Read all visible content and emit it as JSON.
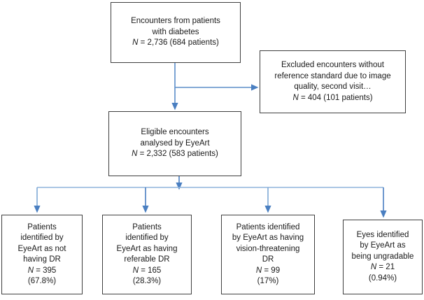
{
  "diagram": {
    "title": "EyeArt diabetic retinopathy screening patient flow",
    "accent_connector_color": "#5b8ec9",
    "node_border_color": "#3f3f3f",
    "background_color": "#ffffff"
  },
  "nodes": {
    "source_encounters": {
      "name": "source-encounters-box",
      "lines": [
        "Encounters from patients",
        "with diabetes",
        "N = 2,736 (684 patients)"
      ],
      "italic_line_index": 2,
      "n_value": "2,736",
      "patients": "684 patients"
    },
    "excluded_encounters": {
      "name": "excluded-encounters-box",
      "lines": [
        "Excluded encounters without",
        "reference standard due to image",
        "quality, second visit…",
        "N = 404 (101 patients)"
      ],
      "italic_line_index": 3,
      "n_value": "404",
      "patients": "101 patients"
    },
    "eligible_encounters": {
      "name": "eligible-encounters-box",
      "lines": [
        "Eligible encounters",
        "analysed by EyeArt",
        "N = 2,332 (583 patients)"
      ],
      "italic_line_index": 2,
      "n_value": "2,332",
      "patients": "583 patients"
    },
    "outcome_no_dr": {
      "name": "outcome-no-dr-box",
      "lines": [
        "Patients",
        "identified  by",
        "EyeArt as not",
        "having DR",
        "N = 395",
        "(67.8%)"
      ],
      "italic_line_index": 4,
      "n_value": "395",
      "percent": "67.8%"
    },
    "outcome_referable_dr": {
      "name": "outcome-referable-dr-box",
      "lines": [
        "Patients",
        "identified  by",
        "EyeArt as having",
        "referable DR",
        "N = 165",
        "(28.3%)"
      ],
      "italic_line_index": 4,
      "n_value": "165",
      "percent": "28.3%"
    },
    "outcome_vision_threatening_dr": {
      "name": "outcome-vision-threatening-dr-box",
      "lines": [
        "Patients identified",
        "by EyeArt as having",
        "vision-threatening",
        "DR",
        "N = 99",
        "(17%)"
      ],
      "italic_line_index": 4,
      "n_value": "99",
      "percent": "17%"
    },
    "outcome_ungradable": {
      "name": "outcome-ungradable-box",
      "lines": [
        "Eyes identified",
        "by EyeArt as",
        "being ungradable",
        "N = 21",
        "(0.94%)"
      ],
      "italic_line_index": 3,
      "n_value": "21",
      "percent": "0.94%"
    }
  },
  "connectors": [
    {
      "name": "source-to-eligible-arrow",
      "from": "source_encounters",
      "to": "eligible_encounters"
    },
    {
      "name": "source-to-excluded-arrow",
      "from": "source_encounters",
      "to": "excluded_encounters"
    },
    {
      "name": "eligible-to-no-dr-arrow",
      "from": "eligible_encounters",
      "to": "outcome_no_dr"
    },
    {
      "name": "eligible-to-referable-dr-arrow",
      "from": "eligible_encounters",
      "to": "outcome_referable_dr"
    },
    {
      "name": "eligible-to-vision-threatening-arrow",
      "from": "eligible_encounters",
      "to": "outcome_vision_threatening_dr"
    },
    {
      "name": "eligible-to-ungradable-arrow",
      "from": "eligible_encounters",
      "to": "outcome_ungradable"
    }
  ]
}
